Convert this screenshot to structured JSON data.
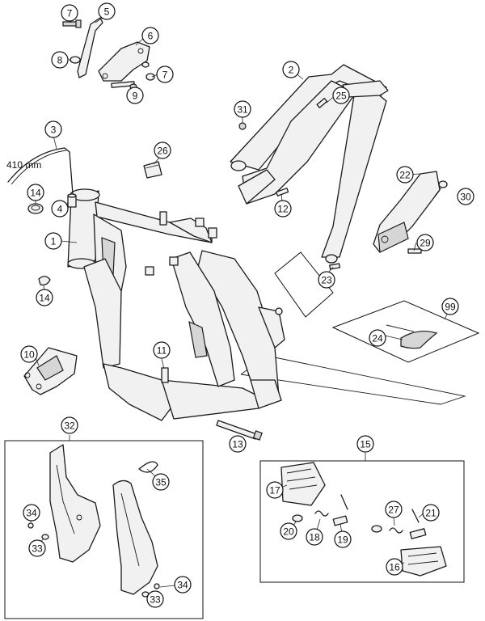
{
  "figure": {
    "hose_length_label": "410 mm"
  },
  "callouts": {
    "c1": "1",
    "c2": "2",
    "c3": "3",
    "c4": "4",
    "c5": "5",
    "c6": "6",
    "c7a": "7",
    "c7b": "7",
    "c8": "8",
    "c9": "9",
    "c10": "10",
    "c11": "11",
    "c12": "12",
    "c13": "13",
    "c14a": "14",
    "c14b": "14",
    "c15": "15",
    "c16": "16",
    "c17": "17",
    "c18": "18",
    "c19": "19",
    "c20": "20",
    "c21": "21",
    "c22": "22",
    "c23": "23",
    "c24": "24",
    "c25": "25",
    "c26": "26",
    "c27": "27",
    "c29": "29",
    "c30": "30",
    "c31": "31",
    "c32": "32",
    "c33a": "33",
    "c33b": "33",
    "c34a": "34",
    "c34b": "34",
    "c35": "35",
    "c99": "99"
  }
}
